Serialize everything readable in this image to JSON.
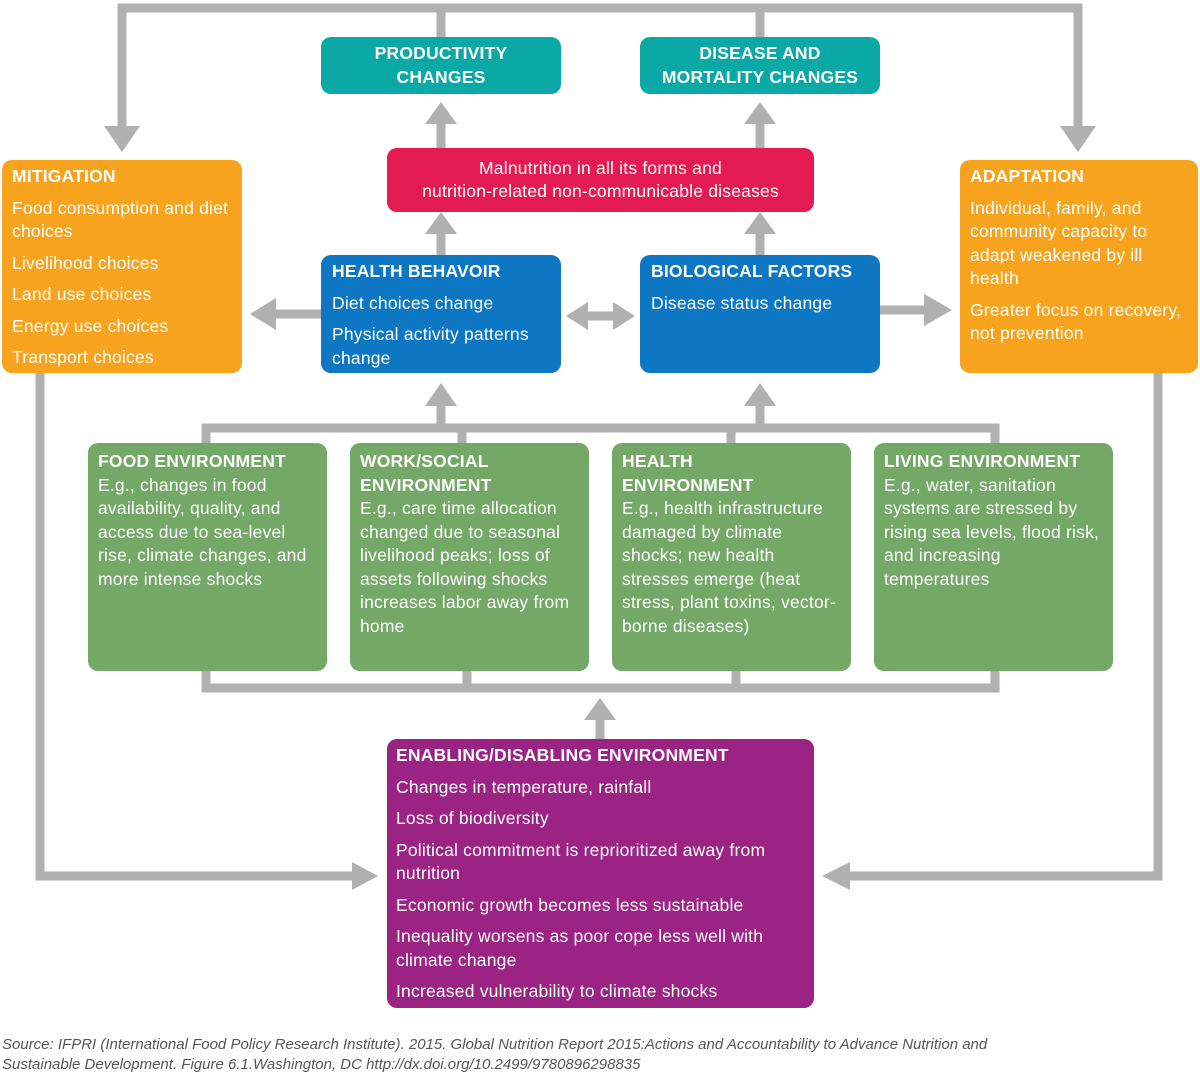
{
  "colors": {
    "connector": "#b0b0b0",
    "teal": "#0aa9a6",
    "orange": "#f8a31d",
    "red": "#e31b52",
    "blue": "#0d77c4",
    "green": "#74a867",
    "purple": "#9a2383"
  },
  "productivity": {
    "title": "PRODUCTIVITY\nCHANGES"
  },
  "disease": {
    "title": "DISEASE AND\nMORTALITY CHANGES"
  },
  "malnutrition": {
    "text": "Malnutrition in all its forms and\nnutrition-related non-communicable diseases"
  },
  "mitigation": {
    "title": "MITIGATION",
    "items": [
      "Food consumption and diet choices",
      "Livelihood choices",
      "Land use choices",
      "Energy use choices",
      "Transport choices"
    ]
  },
  "adaptation": {
    "title": "ADAPTATION",
    "items": [
      "Individual, family, and community capacity to adapt weakened by ill health",
      "Greater focus on recovery, not prevention"
    ]
  },
  "health_behavior": {
    "title": "HEALTH BEHAVOIR",
    "items": [
      "Diet choices change",
      "Physical activity patterns change"
    ]
  },
  "biological": {
    "title": "BIOLOGICAL FACTORS",
    "items": [
      "Disease status change"
    ]
  },
  "food_env": {
    "title": "FOOD ENVIRONMENT",
    "text": "E.g., changes in food availability, quality, and access due to sea-level rise, climate changes, and more intense shocks"
  },
  "work_env": {
    "title": "WORK/SOCIAL ENVIRONMENT",
    "text": "E.g., care time allocation changed due to seasonal livelihood peaks; loss of assets following shocks increases labor away from home"
  },
  "health_env": {
    "title": "HEALTH ENVIRONMENT",
    "text": "E.g., health infrastructure damaged by climate shocks; new health stresses emerge (heat stress, plant toxins, vector-borne diseases)"
  },
  "living_env": {
    "title": "LIVING ENVIRONMENT",
    "text": "E.g., water, sanitation systems are stressed by rising sea levels, flood risk, and increasing temperatures"
  },
  "enabling": {
    "title": "ENABLING/DISABLING ENVIRONMENT",
    "items": [
      "Changes in temperature, rainfall",
      "Loss of biodiversity",
      "Political commitment is reprioritized away from nutrition",
      "Economic growth becomes less sustainable",
      "Inequality worsens as poor cope less well with climate change",
      "Increased vulnerability to climate shocks"
    ]
  },
  "source": "Source: IFPRI (International Food Policy Research Institute). 2015. Global Nutrition Report 2015:Actions and Accountability to Advance Nutrition and\nSustainable Development. Figure 6.1.Washington, DC http://dx.doi.org/10.2499/9780896298835"
}
